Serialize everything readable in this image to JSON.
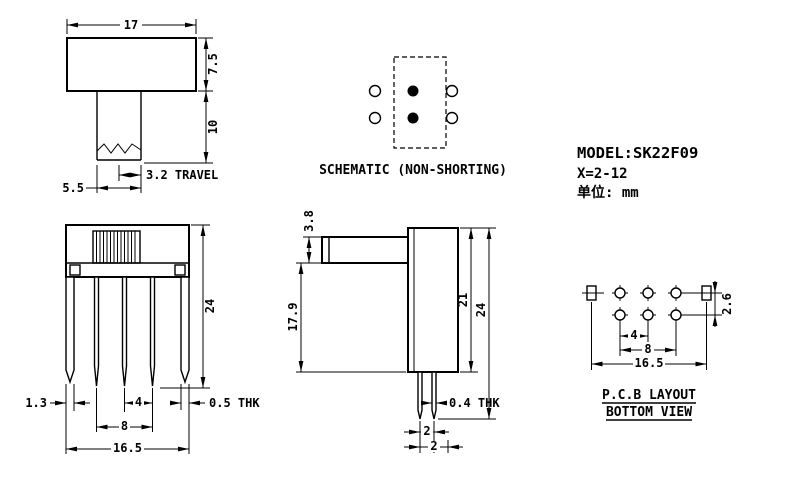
{
  "info": {
    "model": "MODEL:SK22F09",
    "range": "X=2-12",
    "unit": "单位: mm"
  },
  "schematic": {
    "caption": "SCHEMATIC (NON-SHORTING)"
  },
  "front_view": {
    "width": "17",
    "body_height": "7.5",
    "stem_height": "10",
    "travel": "3.2 TRAVEL",
    "stem_width": "5.5"
  },
  "pin_view": {
    "total_height": "24",
    "leg_width": "1.3",
    "pin_pitch": "4",
    "pin_span": "8",
    "overall_width": "16.5",
    "thickness": "0.5 THK"
  },
  "side_view": {
    "knob_height": "3.8",
    "depth": "17.9",
    "body_height": "21",
    "total_height": "24",
    "pin_dim_a": "2",
    "pin_dim_b": "2",
    "thickness": "0.4 THK"
  },
  "pcb_view": {
    "pitch": "4",
    "span": "8",
    "overall": "16.5",
    "row_spacing": "2.6",
    "caption_line1": "P.C.B LAYOUT",
    "caption_line2": "BOTTOM VIEW"
  },
  "colors": {
    "ink": "#000000",
    "paper": "#ffffff"
  }
}
